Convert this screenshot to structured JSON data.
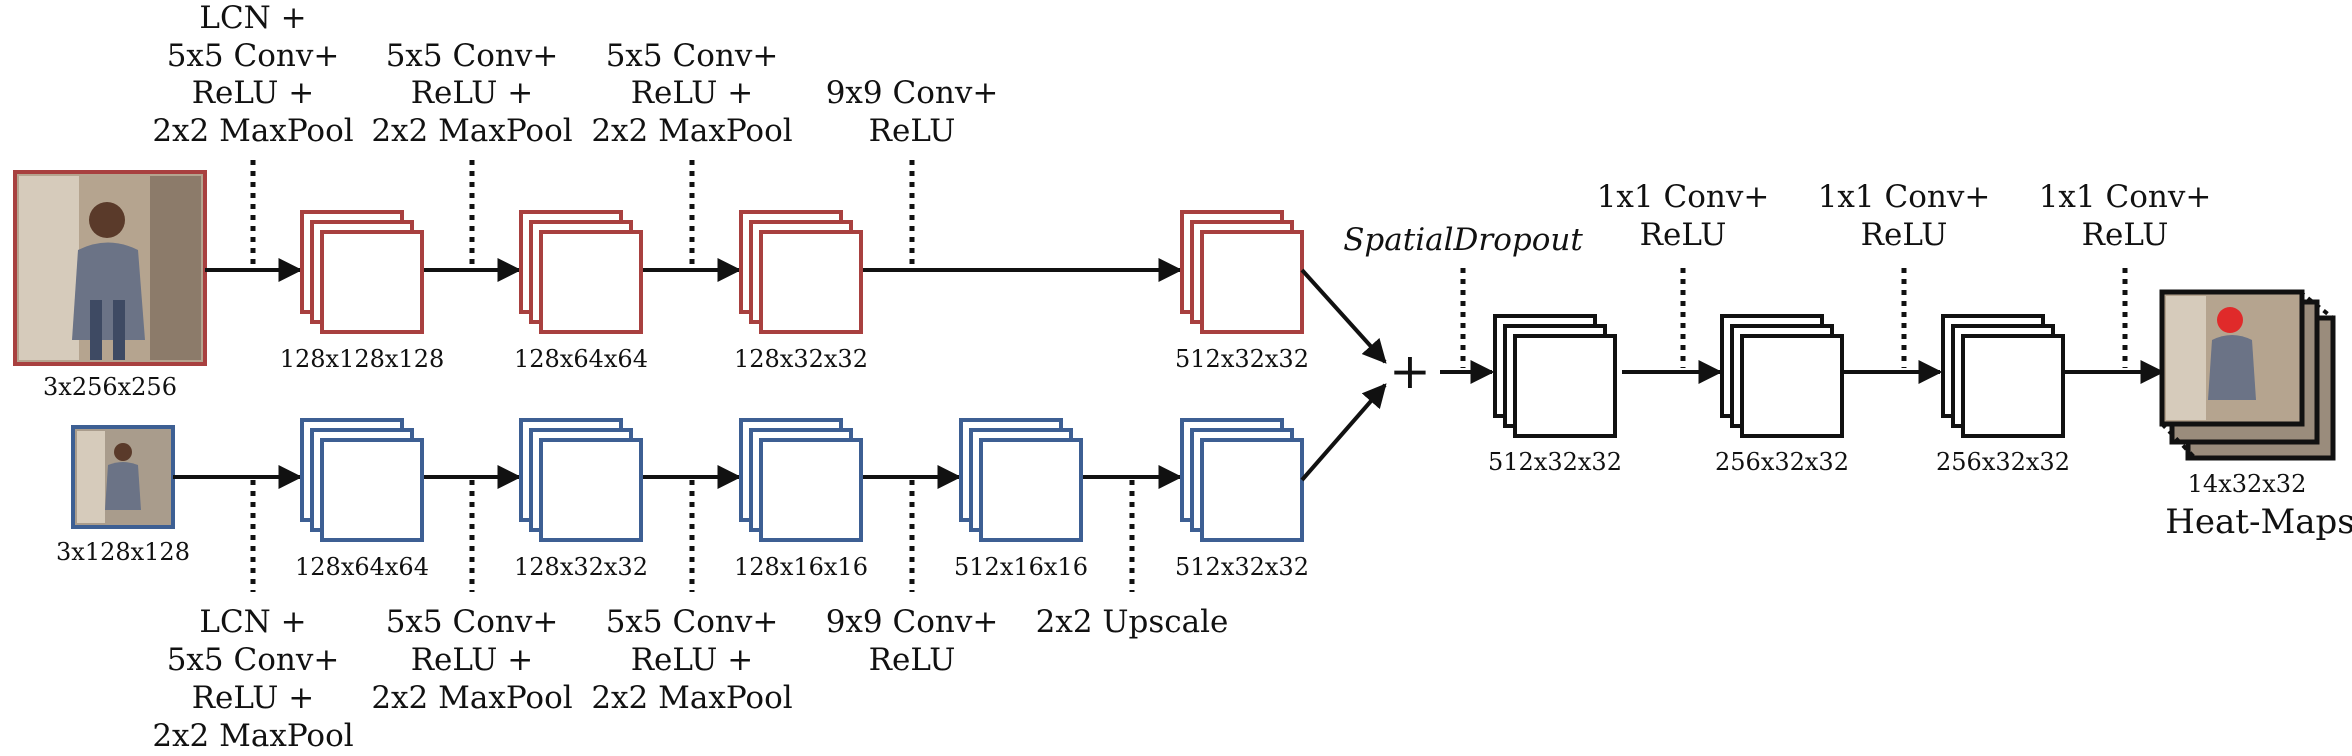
{
  "colors": {
    "top_branch": "#a8403f",
    "bottom_branch": "#3d5f93",
    "merged": "#111111",
    "arrow": "#111111"
  },
  "top_branch": {
    "input": "3x256x256",
    "op1": [
      "LCN +",
      "5x5 Conv+",
      "ReLU +",
      "2x2 MaxPool"
    ],
    "op2": [
      "5x5 Conv+",
      "ReLU +",
      "2x2 MaxPool"
    ],
    "op3": [
      "5x5 Conv+",
      "ReLU +",
      "2x2 MaxPool"
    ],
    "op4": [
      "9x9 Conv+",
      "ReLU"
    ],
    "maps": [
      "128x128x128",
      "128x64x64",
      "128x32x32",
      "512x32x32"
    ]
  },
  "bottom_branch": {
    "input": "3x128x128",
    "op1": [
      "LCN +",
      "5x5 Conv+",
      "ReLU +",
      "2x2 MaxPool"
    ],
    "op2": [
      "5x5 Conv+",
      "ReLU +",
      "2x2 MaxPool"
    ],
    "op3": [
      "5x5 Conv+",
      "ReLU +",
      "2x2 MaxPool"
    ],
    "op4": [
      "9x9 Conv+",
      "ReLU"
    ],
    "op5": [
      "2x2 Upscale"
    ],
    "maps": [
      "128x64x64",
      "128x32x32",
      "128x16x16",
      "512x16x16",
      "512x32x32"
    ]
  },
  "merge": {
    "symbol": "+",
    "dropout": "SpatialDropout"
  },
  "head": {
    "op1": [
      "1x1 Conv+",
      "ReLU"
    ],
    "op2": [
      "1x1 Conv+",
      "ReLU"
    ],
    "op3": [
      "1x1 Conv+",
      "ReLU"
    ],
    "maps": [
      "512x32x32",
      "256x32x32",
      "256x32x32"
    ]
  },
  "output": {
    "dims": "14x32x32",
    "label": "Heat-Maps"
  }
}
